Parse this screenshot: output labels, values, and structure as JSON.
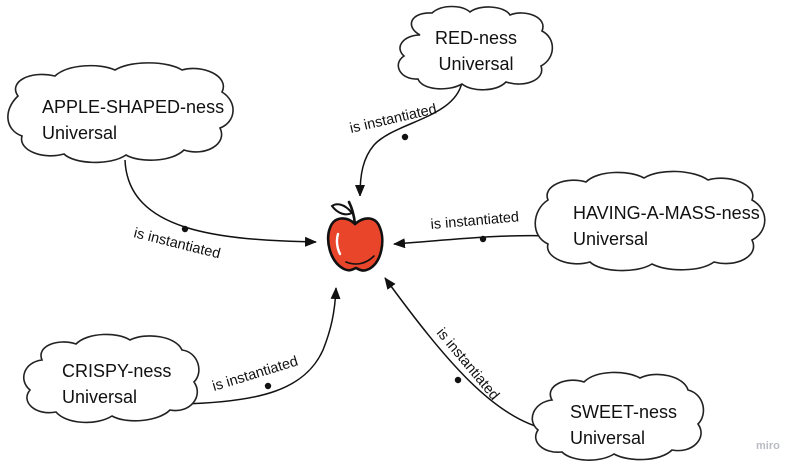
{
  "universals": [
    {
      "id": "red",
      "line1": "RED-ness",
      "line2": "Universal"
    },
    {
      "id": "apple-shaped",
      "line1": "APPLE-SHAPED-ness",
      "line2": "Universal"
    },
    {
      "id": "having-a-mass",
      "line1": "HAVING-A-MASS-ness",
      "line2": "Universal"
    },
    {
      "id": "crispy",
      "line1": "CRISPY-ness",
      "line2": "Universal"
    },
    {
      "id": "sweet",
      "line1": "SWEET-ness",
      "line2": "Universal"
    }
  ],
  "edge_label": "is instantiated",
  "center_icon": "apple-icon",
  "colors": {
    "apple": "#e8452b",
    "stroke": "#111111",
    "leaf": "#ffffff"
  },
  "watermark": "miro"
}
